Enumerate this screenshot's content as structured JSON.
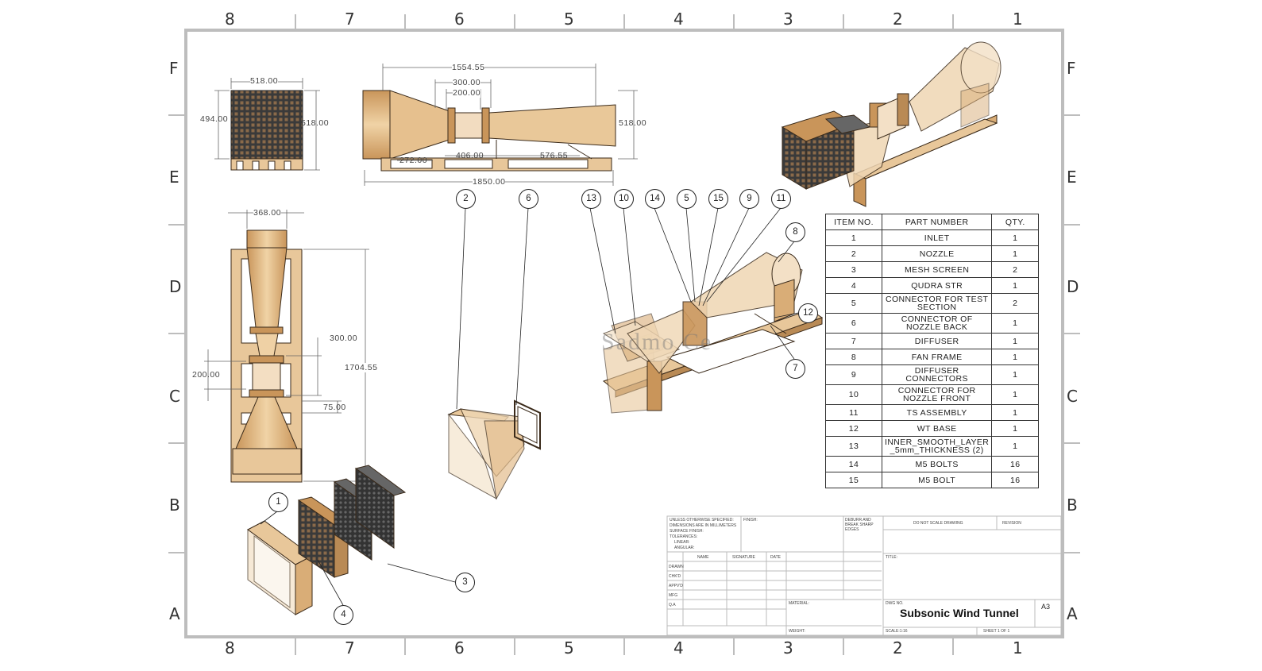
{
  "zones": {
    "top_cols": [
      "8",
      "7",
      "6",
      "5",
      "4",
      "3",
      "2",
      "1"
    ],
    "bottom_cols": [
      "8",
      "7",
      "6",
      "5",
      "4",
      "3",
      "2",
      "1"
    ],
    "left_rows": [
      "F",
      "E",
      "D",
      "C",
      "B",
      "A"
    ],
    "right_rows": [
      "F",
      "E",
      "D",
      "C",
      "B",
      "A"
    ]
  },
  "dims": {
    "d1": "518.00",
    "d2": "494.00",
    "d3": "518.00",
    "d4": "1554.55",
    "d5": "300.00",
    "d6": "200.00",
    "d7": "518.00",
    "d8": "272.00",
    "d9": "406.00",
    "d10": "576.55",
    "d11": "1850.00",
    "d12": "368.00",
    "d13": "300.00",
    "d14": "1704.55",
    "d15": "200.00",
    "d16": "75.00"
  },
  "balloons": [
    "1",
    "2",
    "3",
    "4",
    "5",
    "6",
    "7",
    "8",
    "9",
    "10",
    "11",
    "12",
    "13",
    "14",
    "15"
  ],
  "bom": {
    "headers": [
      "ITEM NO.",
      "PART NUMBER",
      "QTY."
    ],
    "rows": [
      {
        "item": "1",
        "part": "INLET",
        "qty": "1"
      },
      {
        "item": "2",
        "part": "NOZZLE",
        "qty": "1"
      },
      {
        "item": "3",
        "part": "MESH SCREEN",
        "qty": "2"
      },
      {
        "item": "4",
        "part": "QUDRA STR",
        "qty": "1"
      },
      {
        "item": "5",
        "part": "CONNECTOR FOR TEST SECTION",
        "qty": "2"
      },
      {
        "item": "6",
        "part": "CONNECTOR OF NOZZLE BACK",
        "qty": "1"
      },
      {
        "item": "7",
        "part": "DIFFUSER",
        "qty": "1"
      },
      {
        "item": "8",
        "part": "FAN FRAME",
        "qty": "1"
      },
      {
        "item": "9",
        "part": "DIFFUSER CONNECTORS",
        "qty": "1"
      },
      {
        "item": "10",
        "part": "CONNECTOR FOR NOZZLE FRONT",
        "qty": "1"
      },
      {
        "item": "11",
        "part": "TS ASSEMBLY",
        "qty": "1"
      },
      {
        "item": "12",
        "part": "WT BASE",
        "qty": "1"
      },
      {
        "item": "13",
        "part": "INNER_SMOOTH_LAYER _5mm_THICKNESS (2)",
        "qty": "1"
      },
      {
        "item": "14",
        "part": "M5 BOLTS",
        "qty": "16"
      },
      {
        "item": "15",
        "part": "M5 BOLT",
        "qty": "16"
      }
    ]
  },
  "title_block": {
    "notes": [
      "UNLESS OTHERWISE SPECIFIED:",
      "DIMENSIONS ARE IN MILLIMETERS",
      "SURFACE FINISH:",
      "TOLERANCES:",
      "LINEAR:",
      "ANGULAR:"
    ],
    "finish": "FINISH:",
    "deburr": "DEBURR AND BREAK SHARP EDGES",
    "do_not_scale": "DO NOT SCALE DRAWING",
    "revision": "REVISION",
    "col_headers": [
      "NAME",
      "SIGNATURE",
      "DATE"
    ],
    "row_labels": [
      "DRAWN",
      "CHK'D",
      "APPV'D",
      "MFG",
      "Q.A"
    ],
    "title_label": "TITLE:",
    "material": "MATERIAL:",
    "weight": "WEIGHT:",
    "dwg_no": "DWG NO.",
    "title": "Subsonic Wind Tunnel",
    "size": "A3",
    "scale": "SCALE:1:16",
    "sheet": "SHEET 1 OF 1"
  },
  "colors": {
    "wood_light": "#e8c79a",
    "wood_dark": "#b98a55",
    "line": "#3a2a1a"
  }
}
